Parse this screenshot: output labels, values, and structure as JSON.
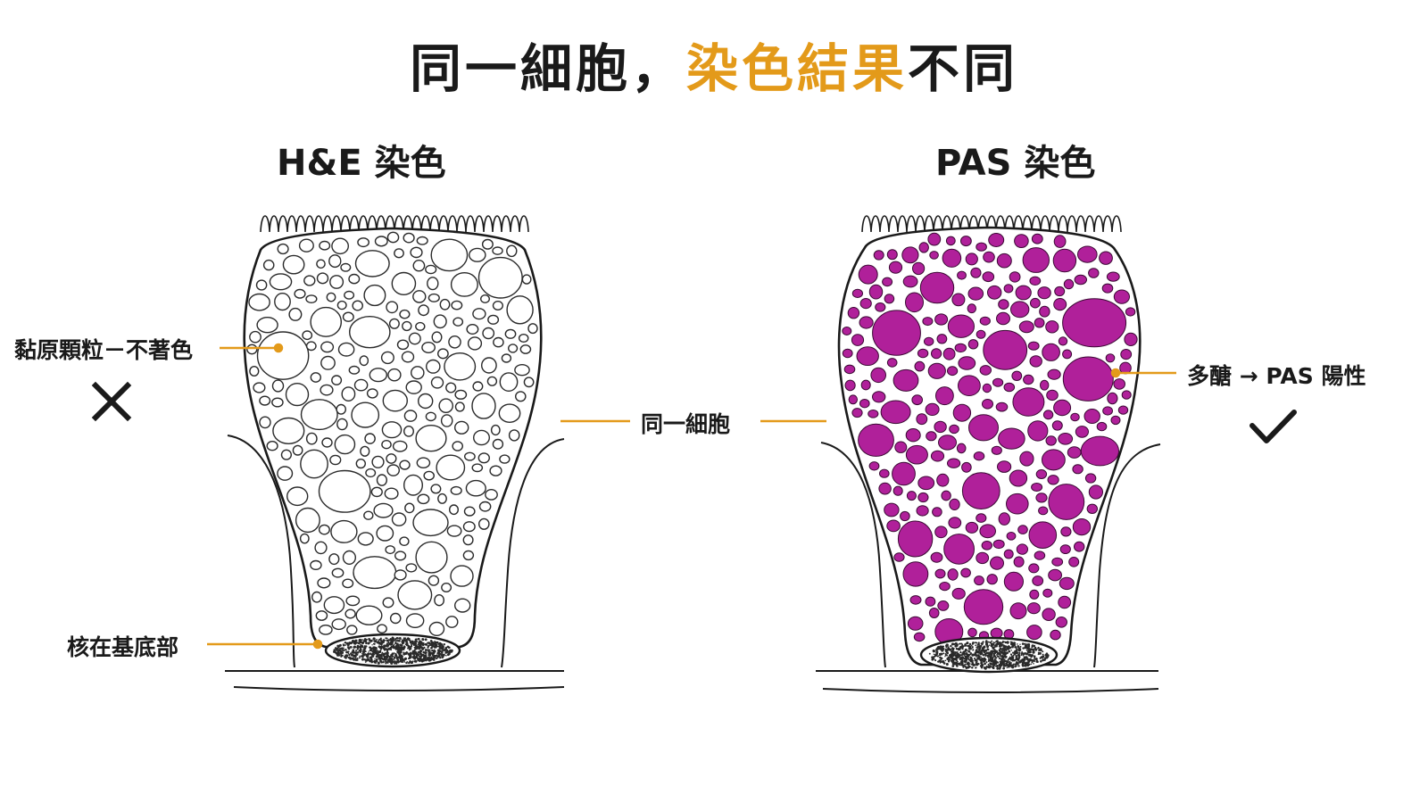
{
  "title": {
    "part1": "同一細胞，",
    "highlight": "染色結果",
    "part2": "不同"
  },
  "left_panel": {
    "title": "H&E 染色",
    "granule_label": "黏原顆粒－不著色",
    "nucleus_label": "核在基底部",
    "result_icon": "cross-mark-icon"
  },
  "middle_label": "同一細胞",
  "right_panel": {
    "title": "PAS 染色",
    "granule_label": "多醣 → PAS 陽性",
    "result_icon": "check-mark-icon"
  },
  "colors": {
    "accent": "#e39a1a",
    "pas_magenta": "#b0209a",
    "ink": "#1a1a1a"
  }
}
